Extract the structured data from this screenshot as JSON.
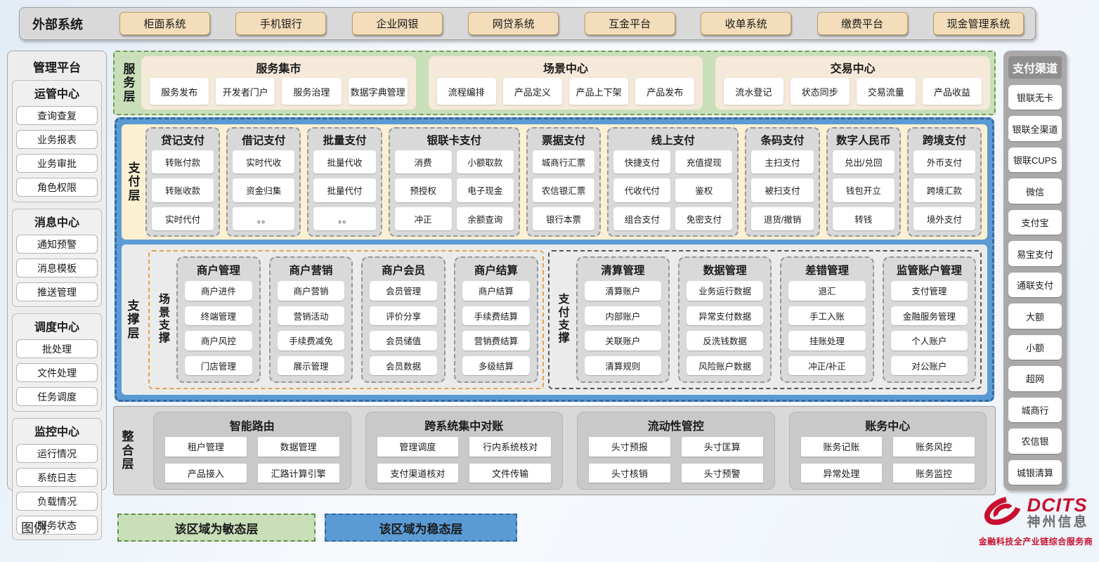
{
  "external": {
    "label": "外部系统",
    "systems": [
      "柜面系统",
      "手机银行",
      "企业网银",
      "网贷系统",
      "互金平台",
      "收单系统",
      "缴费平台",
      "现金管理系统"
    ]
  },
  "management": {
    "title": "管理平台",
    "groups": [
      {
        "title": "运管中心",
        "items": [
          "查询查复",
          "业务报表",
          "业务审批",
          "角色权限"
        ]
      },
      {
        "title": "消息中心",
        "items": [
          "通知预警",
          "消息模板",
          "推送管理"
        ]
      },
      {
        "title": "调度中心",
        "items": [
          "批处理",
          "文件处理",
          "任务调度"
        ]
      },
      {
        "title": "监控中心",
        "items": [
          "运行情况",
          "系统日志",
          "负载情况",
          "服务状态"
        ]
      }
    ]
  },
  "service_layer": {
    "label": "服务层",
    "groups": [
      {
        "title": "服务集市",
        "items": [
          "服务发布",
          "开发者门户",
          "服务治理",
          "数据字典管理"
        ]
      },
      {
        "title": "场景中心",
        "items": [
          "流程编排",
          "产品定义",
          "产品上下架",
          "产品发布"
        ]
      },
      {
        "title": "交易中心",
        "items": [
          "流水登记",
          "状态同步",
          "交易流量",
          "产品收益"
        ]
      }
    ]
  },
  "payment_layer": {
    "label": "支付层",
    "groups": [
      {
        "title": "贷记支付",
        "cols": 1,
        "items": [
          "转账付款",
          "转账收款",
          "实时代付"
        ]
      },
      {
        "title": "借记支付",
        "cols": 1,
        "items": [
          "实时代收",
          "资金归集",
          "。。"
        ]
      },
      {
        "title": "批量支付",
        "cols": 1,
        "items": [
          "批量代收",
          "批量代付",
          "。。"
        ]
      },
      {
        "title": "银联卡支付",
        "cols": 2,
        "items": [
          "消费",
          "小额取款",
          "预授权",
          "电子现金",
          "冲正",
          "余额查询"
        ]
      },
      {
        "title": "票据支付",
        "cols": 1,
        "items": [
          "城商行汇票",
          "农信银汇票",
          "银行本票"
        ]
      },
      {
        "title": "线上支付",
        "cols": 2,
        "items": [
          "快捷支付",
          "充值提现",
          "代收代付",
          "鉴权",
          "组合支付",
          "免密支付"
        ]
      },
      {
        "title": "条码支付",
        "cols": 1,
        "items": [
          "主扫支付",
          "被扫支付",
          "退货/撤销"
        ]
      },
      {
        "title": "数字人民币",
        "cols": 1,
        "items": [
          "兑出/兑回",
          "钱包开立",
          "转钱"
        ]
      },
      {
        "title": "跨境支付",
        "cols": 1,
        "items": [
          "外币支付",
          "跨境汇款",
          "境外支付"
        ]
      }
    ]
  },
  "support_layer": {
    "label": "支撑层",
    "sections": [
      {
        "label": "场景支撑",
        "groups": [
          {
            "title": "商户管理",
            "items": [
              "商户进件",
              "终端管理",
              "商户风控",
              "门店管理"
            ]
          },
          {
            "title": "商户营销",
            "items": [
              "商户营销",
              "营销活动",
              "手续费减免",
              "展示管理"
            ]
          },
          {
            "title": "商户会员",
            "items": [
              "会员管理",
              "评价分享",
              "会员储值",
              "会员数据"
            ]
          },
          {
            "title": "商户结算",
            "items": [
              "商户结算",
              "手续费结算",
              "营销费结算",
              "多级结算"
            ]
          }
        ]
      },
      {
        "label": "支付支撑",
        "groups": [
          {
            "title": "清算管理",
            "items": [
              "清算账户",
              "内部账户",
              "关联账户",
              "清算规则"
            ]
          },
          {
            "title": "数据管理",
            "items": [
              "业务运行数据",
              "异常支付数据",
              "反洗钱数据",
              "风险账户数据"
            ]
          },
          {
            "title": "差错管理",
            "items": [
              "退汇",
              "手工入账",
              "挂账处理",
              "冲正/补正"
            ]
          },
          {
            "title": "监管账户管理",
            "items": [
              "支付管理",
              "金融服务管理",
              "个人账户",
              "对公账户"
            ]
          }
        ]
      }
    ]
  },
  "integration_layer": {
    "label": "整合层",
    "groups": [
      {
        "title": "智能路由",
        "items": [
          "租户管理",
          "数据管理",
          "产品接入",
          "汇路计算引擎"
        ]
      },
      {
        "title": "跨系统集中对账",
        "items": [
          "管理调度",
          "行内系统核对",
          "支付渠道核对",
          "文件传输"
        ]
      },
      {
        "title": "流动性管控",
        "items": [
          "头寸预报",
          "头寸匡算",
          "头寸核销",
          "头寸预警"
        ]
      },
      {
        "title": "账务中心",
        "items": [
          "账务记账",
          "账务风控",
          "异常处理",
          "账务监控"
        ]
      }
    ]
  },
  "channels": {
    "title": "支付渠道",
    "items": [
      "银联无卡",
      "银联全渠道",
      "银联CUPS",
      "微信",
      "支付宝",
      "易宝支付",
      "通联支付",
      "大额",
      "小额",
      "超网",
      "城商行",
      "农信银",
      "城银清算"
    ]
  },
  "legend": {
    "label": "图例:",
    "agile": "该区域为敏态层",
    "stable": "该区域为稳态层"
  },
  "logo": {
    "name": "DCITS",
    "company": "神州信息",
    "tagline": "金融科技全产业链综合服务商"
  },
  "colors": {
    "agile_green": "#c9dfb9",
    "stable_blue": "#5b9bd5",
    "panel_cream": "#fbf0d2",
    "panel_gray": "#d9d9d9",
    "external_tan": "#f3ddba",
    "brand_red": "#c8102e"
  }
}
